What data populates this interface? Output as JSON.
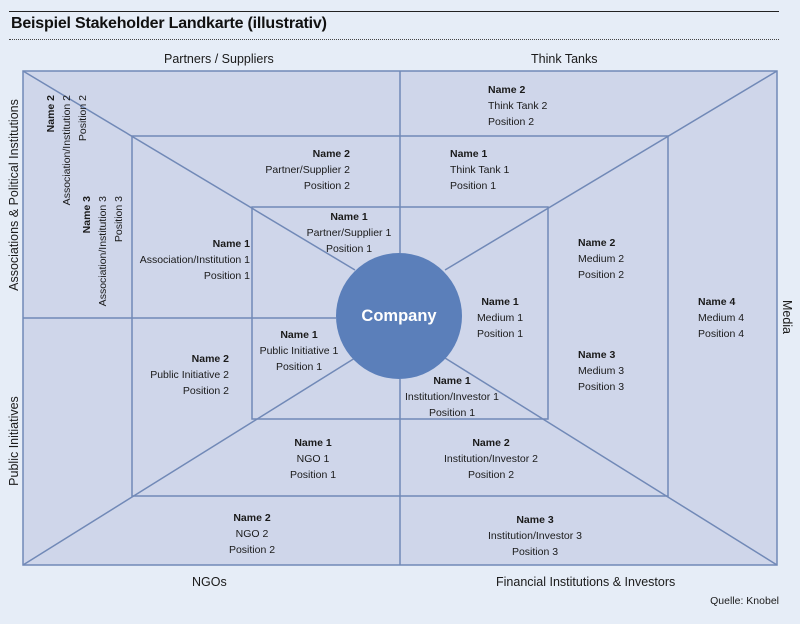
{
  "title": "Beispiel Stakeholder Landkarte (illustrativ)",
  "colors": {
    "background": "#e6edf7",
    "area_fill": "#cfd6ea",
    "line": "#7189b7",
    "company_fill": "#5b7fba",
    "company_text": "#ffffff"
  },
  "categories": {
    "partners_suppliers": "Partners / Suppliers",
    "think_tanks": "Think Tanks",
    "associations": "Associations & Political Institutions",
    "public_initiatives": "Public Initiatives",
    "media": "Media",
    "ngos": "NGOs",
    "financial": "Financial Institutions & Investors"
  },
  "company": "Company",
  "stakeholders": {
    "partner1": {
      "name": "Name 1",
      "org": "Partner/Supplier 1",
      "position": "Position 1"
    },
    "partner2": {
      "name": "Name 2",
      "org": "Partner/Supplier 2",
      "position": "Position 2"
    },
    "thinktank1": {
      "name": "Name 1",
      "org": "Think Tank 1",
      "position": "Position 1"
    },
    "thinktank2": {
      "name": "Name 2",
      "org": "Think Tank 2",
      "position": "Position 2"
    },
    "assoc1": {
      "name": "Name 1",
      "org": "Association/Institution 1",
      "position": "Position 1"
    },
    "assoc2": {
      "name": "Name 2",
      "org": "Association/Institution 2",
      "position": "Position 2"
    },
    "assoc3": {
      "name": "Name 3",
      "org": "Association/Institution 3",
      "position": "Position 3"
    },
    "public1": {
      "name": "Name 1",
      "org": "Public Initiative 1",
      "position": "Position 1"
    },
    "public2": {
      "name": "Name 2",
      "org": "Public Initiative 2",
      "position": "Position 2"
    },
    "medium1": {
      "name": "Name 1",
      "org": "Medium 1",
      "position": "Position 1"
    },
    "medium2": {
      "name": "Name 2",
      "org": "Medium 2",
      "position": "Position 2"
    },
    "medium3": {
      "name": "Name 3",
      "org": "Medium 3",
      "position": "Position 3"
    },
    "medium4": {
      "name": "Name 4",
      "org": "Medium 4",
      "position": "Position 4"
    },
    "ngo1": {
      "name": "Name 1",
      "org": "NGO 1",
      "position": "Position 1"
    },
    "ngo2": {
      "name": "Name 2",
      "org": "NGO 2",
      "position": "Position 2"
    },
    "investor1": {
      "name": "Name 1",
      "org": "Institution/Investor 1",
      "position": "Position 1"
    },
    "investor2": {
      "name": "Name 2",
      "org": "Institution/Investor 2",
      "position": "Position 2"
    },
    "investor3": {
      "name": "Name 3",
      "org": "Institution/Investor 3",
      "position": "Position 3"
    }
  },
  "source": "Quelle: Knobel"
}
